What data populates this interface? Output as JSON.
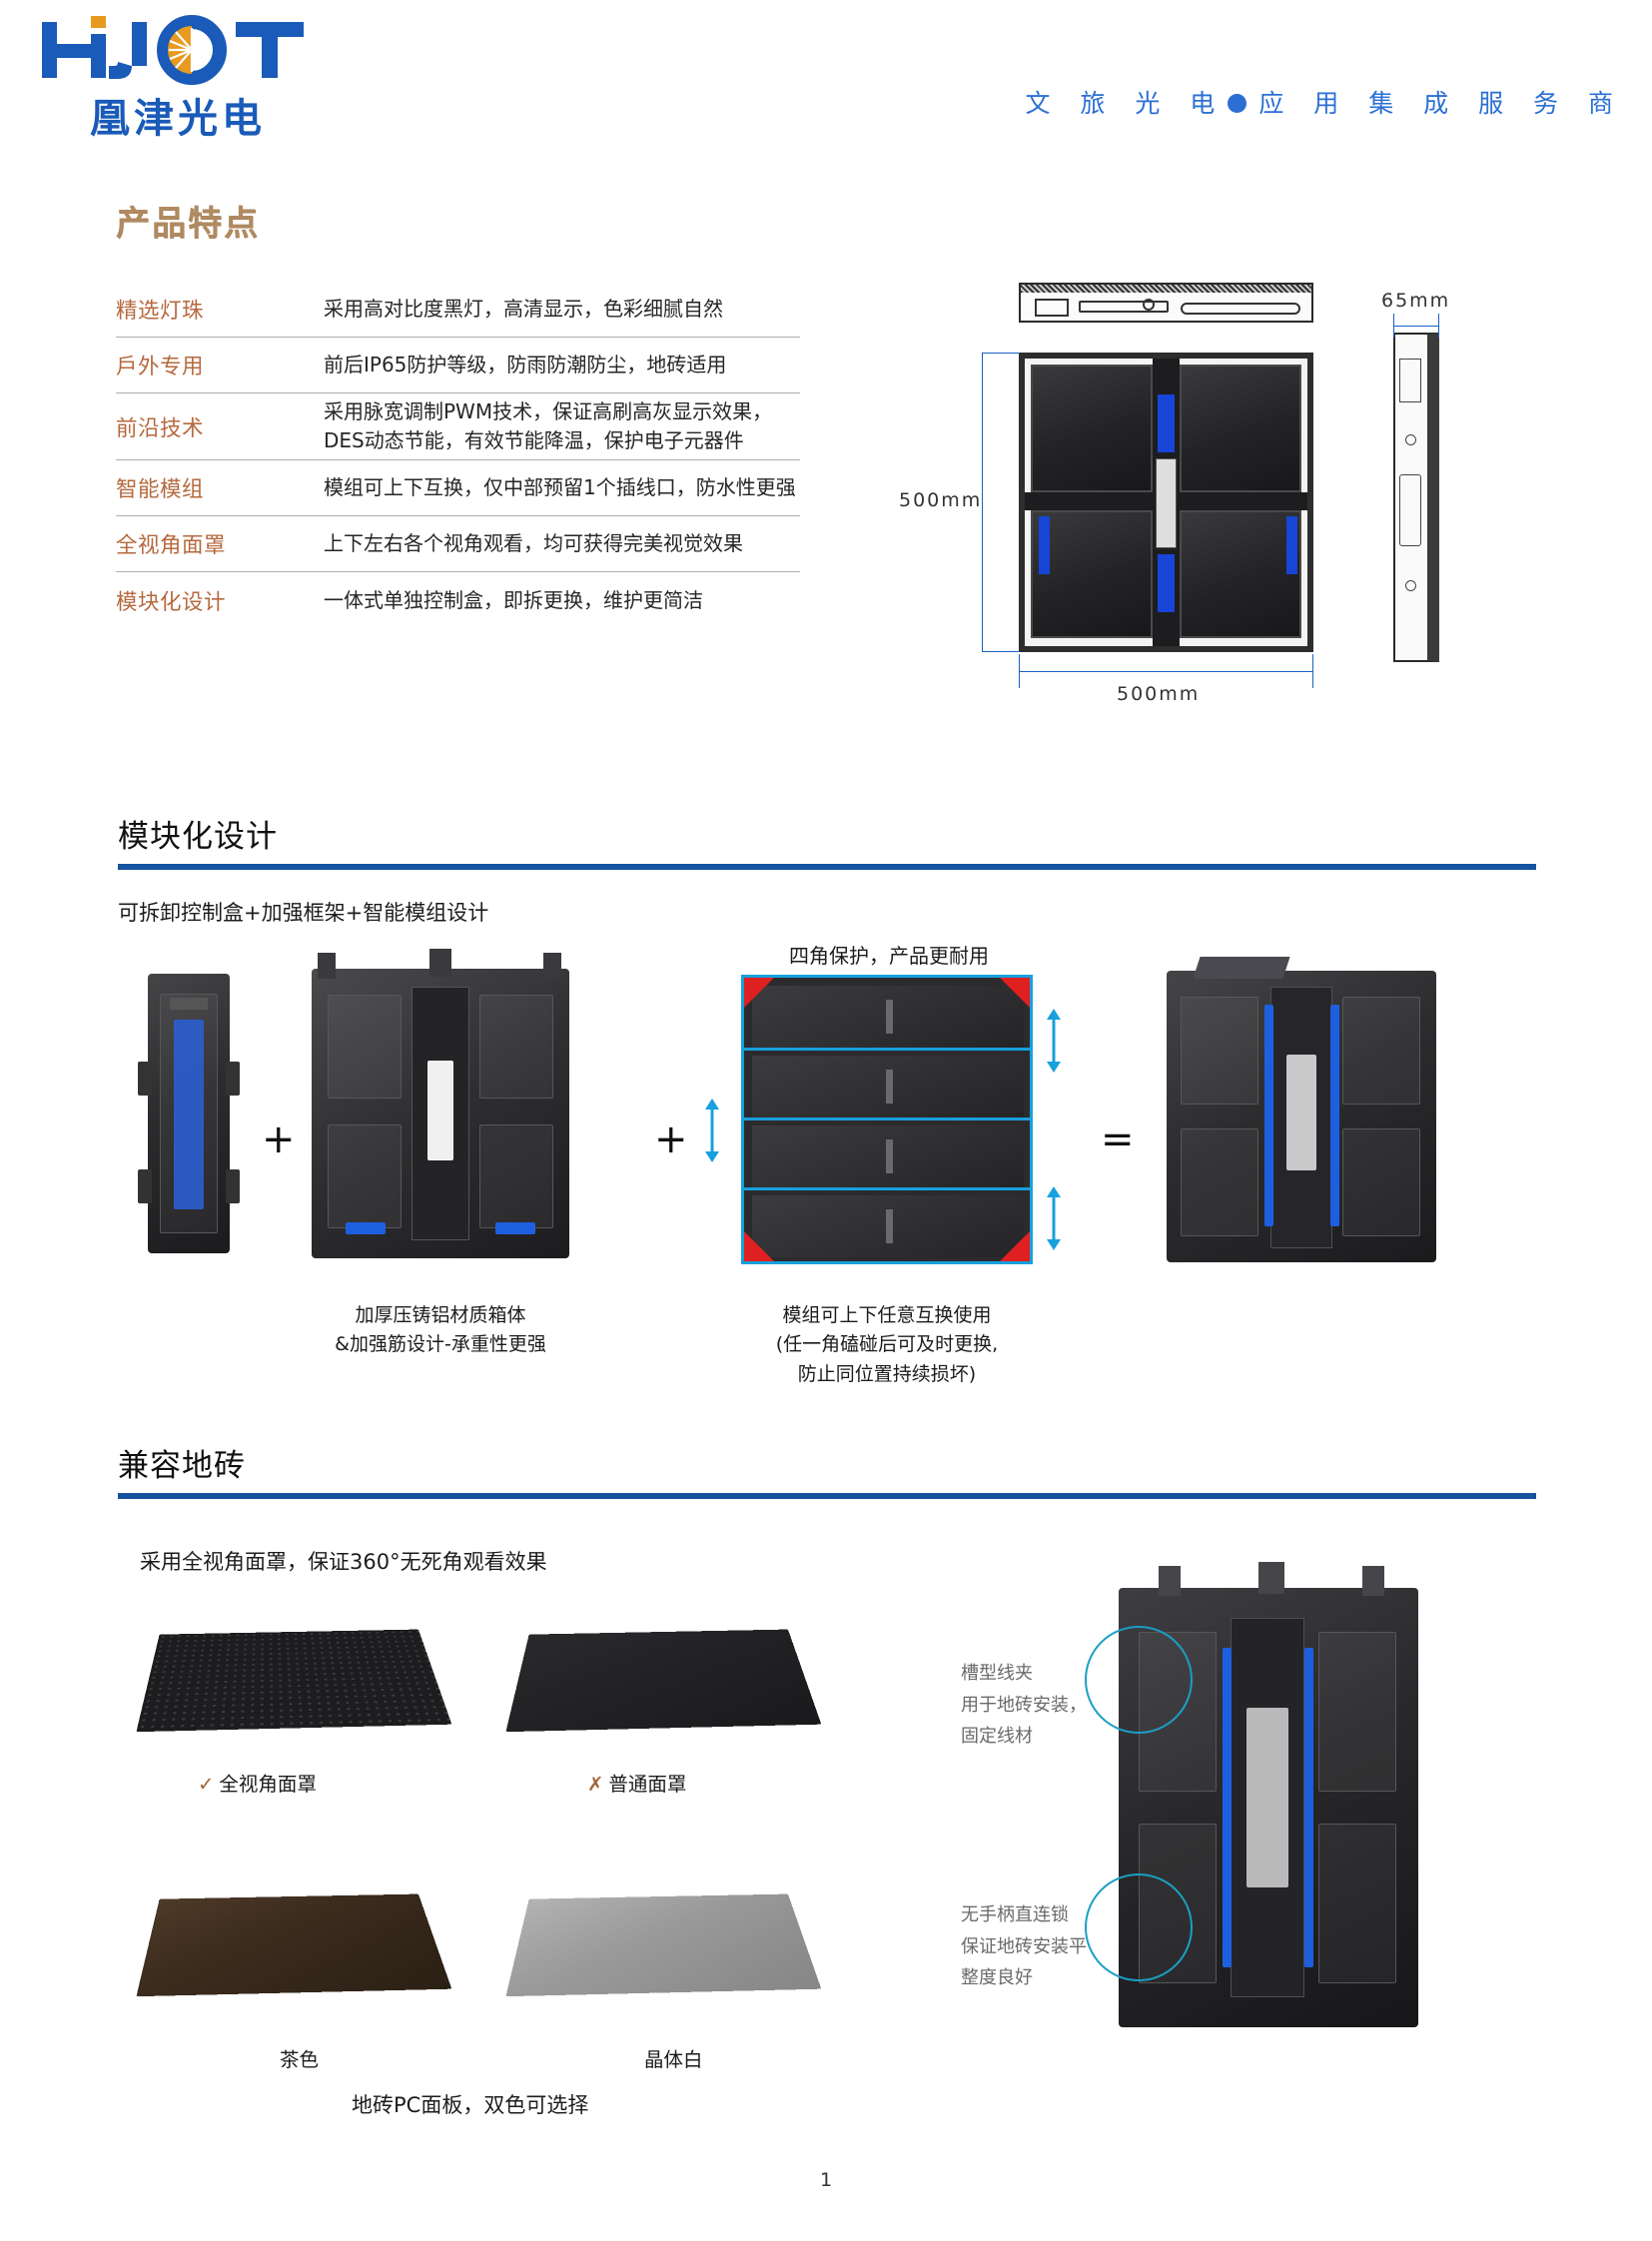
{
  "header": {
    "logo_text": "HJOT",
    "logo_cn": "凰津光电",
    "tagline_left": "文 旅 光 电",
    "tagline_right": "应 用 集 成 服 务 商"
  },
  "section1": {
    "title": "产品特点",
    "features": [
      {
        "key": "精选灯珠",
        "value": "采用高对比度黑灯，高清显示，色彩细腻自然",
        "value2": ""
      },
      {
        "key": "戶外专用",
        "value": "前后IP65防护等级，防雨防潮防尘，地砖适用",
        "value2": ""
      },
      {
        "key": "前沿技术",
        "value": "采用脉宽调制PWM技术，保证高刷高灰显示效果，",
        "value2": "DES动态节能，有效节能降温，保护电子元器件"
      },
      {
        "key": "智能模组",
        "value": "模组可上下互换，仅中部预留1个插线口，防水性更强",
        "value2": ""
      },
      {
        "key": "全视角面罩",
        "value": "上下左右各个视角观看，均可获得完美视觉效果",
        "value2": ""
      },
      {
        "key": "模块化设计",
        "value": "一体式单独控制盒，即拆更换，维护更简洁",
        "value2": ""
      }
    ],
    "drawing": {
      "dim_height": "500mm",
      "dim_width": "500mm",
      "dim_depth": "65mm"
    }
  },
  "section2": {
    "title": "模块化设计",
    "subtitle": "可拆卸控制盒+加强框架+智能模组设计",
    "corner_note": "四角保护，产品更耐用",
    "operator_plus": "+",
    "operator_equals": "=",
    "caption_frame_l1": "加厚压铸铝材质箱体",
    "caption_frame_l2": "&加强筋设计-承重性更强",
    "caption_module_l1": "模组可上下任意互换使用",
    "caption_module_l2": "(任一角磕碰后可及时更换,",
    "caption_module_l3": "防止同位置持续损坏)"
  },
  "section3": {
    "title": "兼容地砖",
    "subtitle": "采用全视角面罩，保证360°无死角观看效果",
    "mask_good_mark": "✓",
    "mask_good_label": "全视角面罩",
    "mask_bad_mark": "✗",
    "mask_bad_label": "普通面罩",
    "tile_brown_label": "茶色",
    "tile_white_label": "晶体白",
    "tile_note": "地砖PC面板，双色可选择",
    "callout1_l1": "槽型线夹",
    "callout1_l2": "用于地砖安装，",
    "callout1_l3": "固定线材",
    "callout2_l1": "无手柄直连锁",
    "callout2_l2": "保证地砖安装平",
    "callout2_l3": "整度良好"
  },
  "footer": {
    "page_number": "1"
  },
  "colors": {
    "brand_blue": "#1a5ab8",
    "tagline_blue": "#2b6fd4",
    "section_rule": "#14539e",
    "feature_key": "#b5693e",
    "section1_title": "#b08a60",
    "dimension_blue": "#1b60c4",
    "accent_teal": "#1a9fc4",
    "corner_red": "#e02020"
  }
}
